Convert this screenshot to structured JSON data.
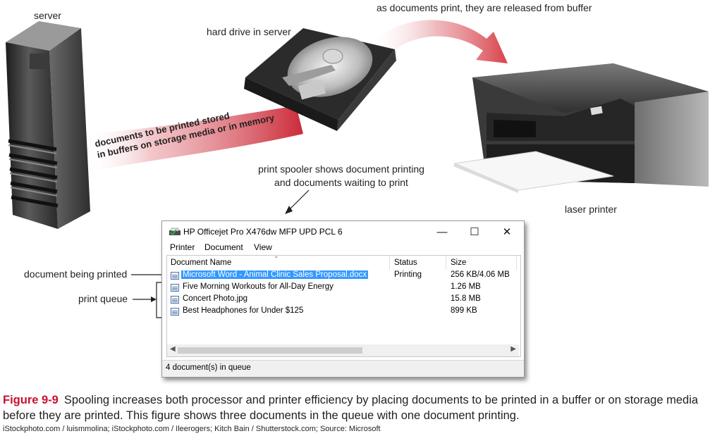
{
  "labels": {
    "server": "server",
    "hard_drive": "hard drive in server",
    "released": "as documents print, they are released from buffer",
    "buffers_line1": "documents to be printed stored",
    "buffers_line2": "in buffers on storage media or in memory",
    "spooler_line1": "print spooler shows document printing",
    "spooler_line2": "and documents waiting to print",
    "laser_printer": "laser printer",
    "document_being_printed": "document being printed",
    "print_queue": "print queue"
  },
  "window": {
    "title": "HP Officejet Pro X476dw MFP UPD PCL 6",
    "minimize_glyph": "—",
    "maximize_glyph": "☐",
    "close_glyph": "✕",
    "menu": [
      "Printer",
      "Document",
      "View"
    ],
    "columns": [
      "Document Name",
      "Status",
      "Size"
    ],
    "rows": [
      {
        "name": "Microsoft Word - Animal Clinic Sales Proposal.docx",
        "status": "Printing",
        "size": "256 KB/4.06 MB"
      },
      {
        "name": "Five Morning Workouts for All-Day Energy",
        "status": "",
        "size": "1.26 MB"
      },
      {
        "name": "Concert Photo.jpg",
        "status": "",
        "size": "15.8 MB"
      },
      {
        "name": "Best Headphones for Under $125",
        "status": "",
        "size": "899 KB"
      }
    ],
    "status_bar": "4 document(s) in queue"
  },
  "caption": {
    "figure_number": "Figure 9-9",
    "text": "Spooling increases both processor and printer efficiency by placing documents to be printed in a buffer or on storage media before they are printed. This figure shows three documents in the queue with one document printing."
  },
  "credits": "iStockphoto.com / luismmolina; iStockphoto.com / Ileerogers; Kitch Bain / Shutterstock.com; Source: Microsoft",
  "colors": {
    "figure_red": "#c8102e",
    "selection_blue": "#3399ff",
    "arrow_red": "#d9414a"
  }
}
